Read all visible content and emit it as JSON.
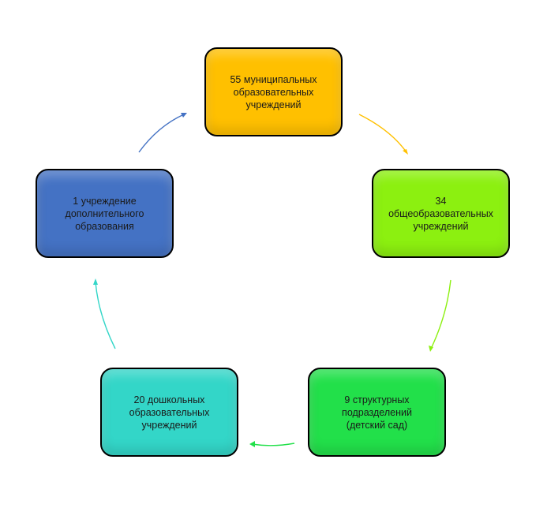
{
  "nodes": [
    {
      "id": "n1",
      "text": "55 муниципальных\nобразовательных\nучреждений",
      "color": "#FFC000"
    },
    {
      "id": "n2",
      "text": "34\nобщеобразовательных\nучреждений",
      "color": "#8CF010"
    },
    {
      "id": "n3",
      "text": "9 структурных\nподразделений\n(детский сад)",
      "color": "#22E04A"
    },
    {
      "id": "n4",
      "text": "20 дошкольных\nобразовательных\nучреждений",
      "color": "#33D6C8"
    },
    {
      "id": "n5",
      "text": "1 учреждение\nдополнительного\nобразования",
      "color": "#4472C4"
    }
  ],
  "connector_colors": [
    "#FFC000",
    "#8CF010",
    "#22E04A",
    "#33D6C8",
    "#4472C4"
  ]
}
